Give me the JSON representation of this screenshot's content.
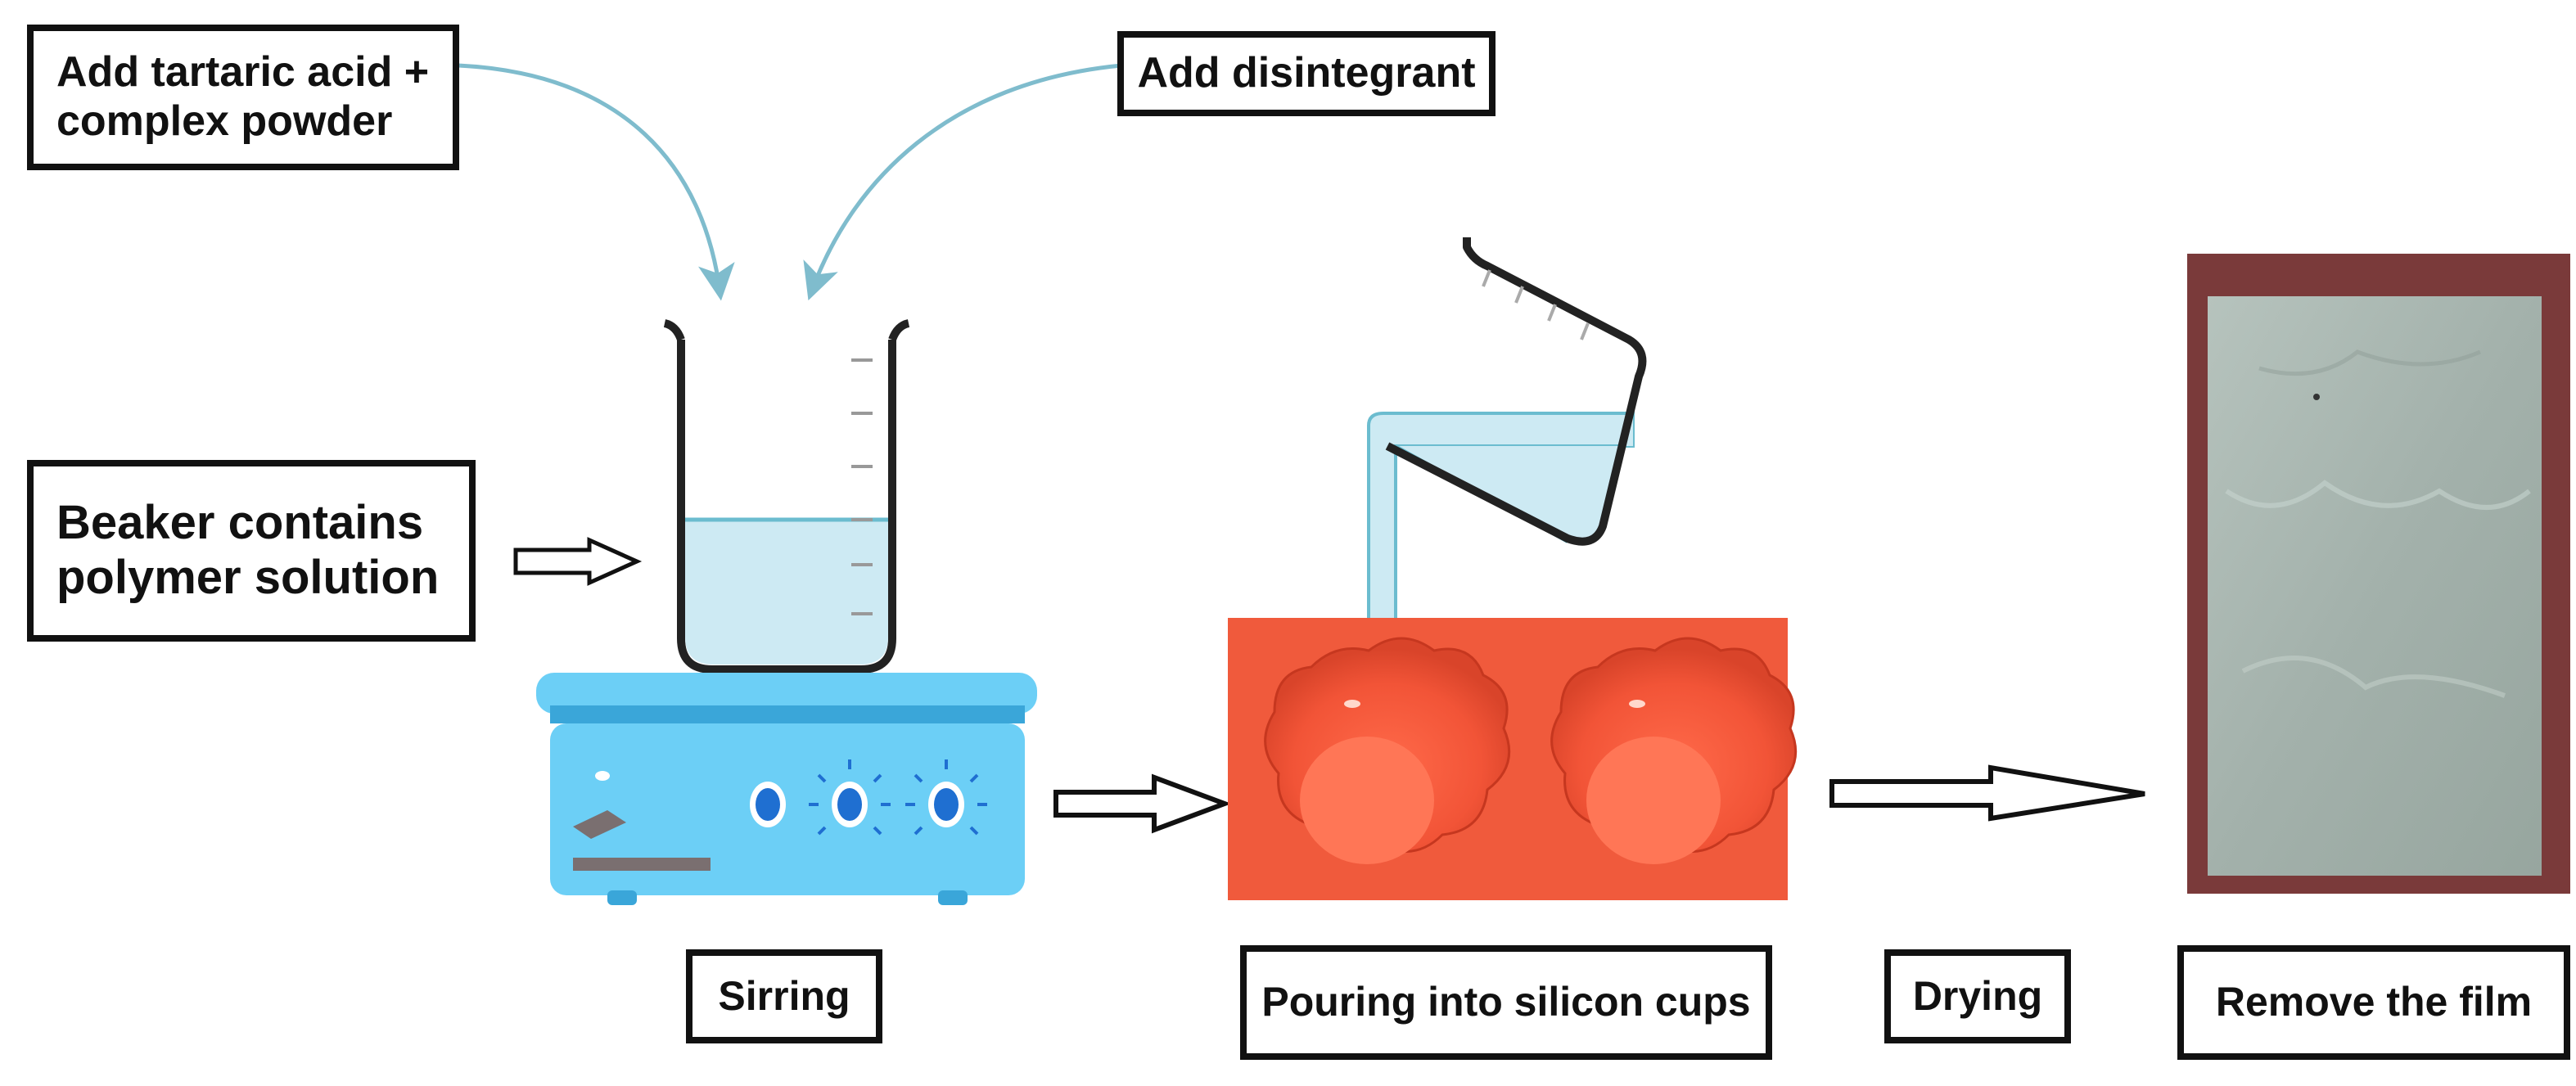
{
  "labels": {
    "add_tartaric": [
      "Add tartaric acid +",
      "complex powder"
    ],
    "add_disintegrant": "Add disintegrant",
    "beaker": [
      "Beaker contains",
      "polymer solution"
    ],
    "stirring": "Sirring",
    "pouring": "Pouring into silicon cups",
    "drying": "Drying",
    "remove": "Remove the film"
  },
  "colors": {
    "solution": "#cdeaf3",
    "solution_edge": "#6bbccf",
    "stirrer_body": "#6ccff6",
    "stirrer_dark": "#3aa6d9",
    "knob": "#1f6fd1",
    "mold": "#f05a3c",
    "mold_dark": "#d8442a",
    "film": "#a9b7b0",
    "film_frame": "#7a3a3a",
    "curve_arrow": "#7fbccd",
    "outline": "#111111"
  },
  "icons": [
    "curved-arrow-icon",
    "hollow-arrow-icon",
    "beaker-icon",
    "magnetic-stirrer-icon",
    "pouring-beaker-icon",
    "silicone-mold-icon",
    "film-photo-icon"
  ]
}
